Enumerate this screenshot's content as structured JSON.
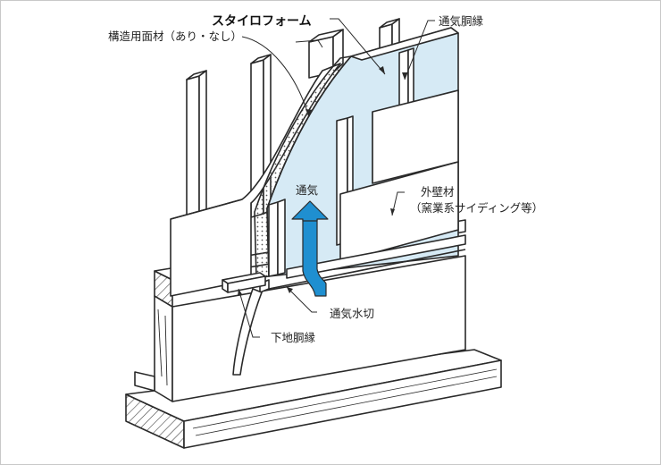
{
  "labels": {
    "styrofoam": "スタイロフォーム",
    "structural_panel": "構造用面材（あり・なし）",
    "vent_furring_strip": "通気胴縁",
    "ventilation": "通気",
    "exterior_wall_line1": "外壁材",
    "exterior_wall_line2": "（窯業系サイディング等）",
    "vent_flashing": "通気水切",
    "base_furring_strip": "下地胴縁"
  },
  "colors": {
    "insulation": "#d6eaf5",
    "arrow": "#1f8fd0",
    "line": "#2a2a2a"
  }
}
